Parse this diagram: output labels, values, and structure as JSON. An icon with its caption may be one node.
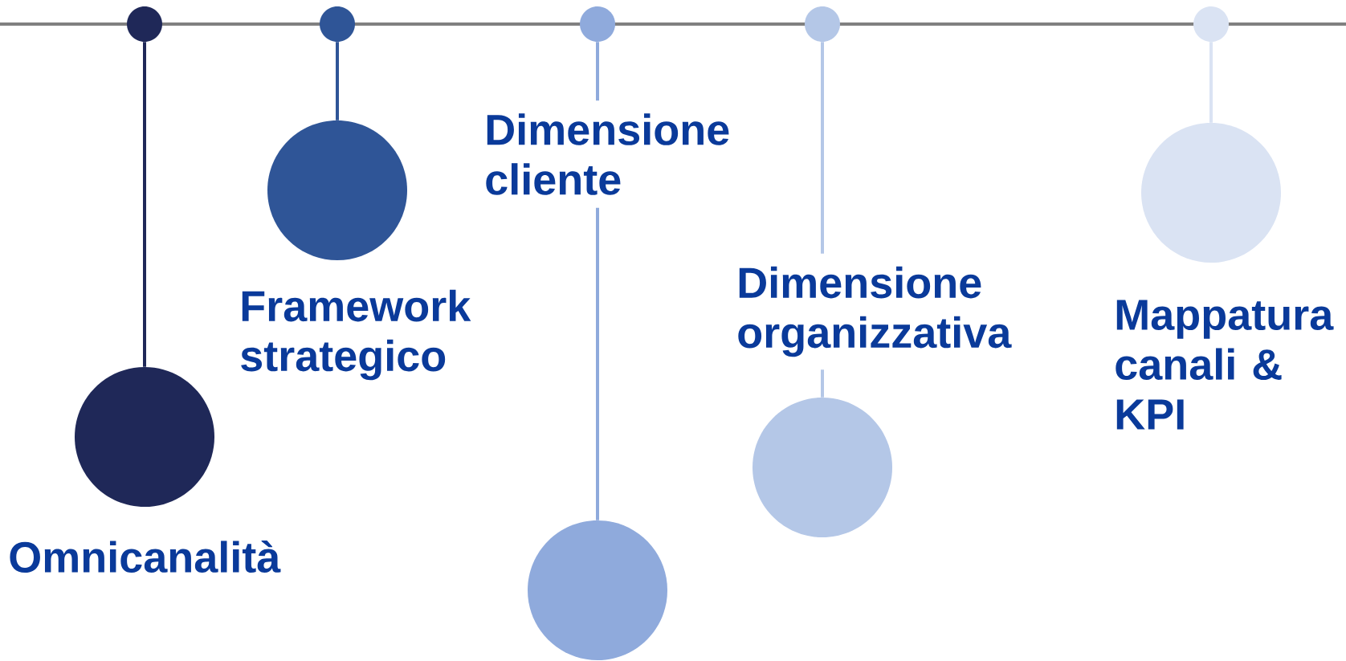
{
  "diagram": {
    "nodes": [
      {
        "text": [],
        "shape": "circle"
      },
      {
        "text": [],
        "shape": "circle"
      },
      {
        "text": [],
        "shape": "circle"
      },
      {
        "text": [],
        "shape": "circle"
      },
      {
        "text": [],
        "shape": "circle"
      },
      {
        "text": [],
        "shape": "circle",
        "beside": [
          "Omnicanalità"
        ]
      },
      {
        "text": [],
        "shape": "circle",
        "beside": [
          "Framework strategico"
        ]
      },
      {
        "text": [],
        "shape": "circle"
      },
      {
        "text": [],
        "shape": "circle",
        "beside": [
          "Dimensione organizzativa"
        ]
      },
      {
        "text": [],
        "shape": "circle",
        "beside": [
          "Mappatura canali & KPI"
        ]
      }
    ],
    "edges": [
      {
        "from": 0,
        "to": 5,
        "arrow": "none",
        "color": "#1f2858"
      },
      {
        "from": 1,
        "to": 6,
        "arrow": "none",
        "color": "#2f5597"
      },
      {
        "from": 2,
        "to": 7,
        "arrow": "none",
        "color": "#8faadc"
      },
      {
        "from": 3,
        "to": 8,
        "arrow": "none",
        "color": "#b4c7e7"
      },
      {
        "from": 4,
        "to": 9,
        "arrow": "none",
        "color": "#dae3f3"
      }
    ],
    "labels": [
      "Dimensione cliente"
    ]
  }
}
